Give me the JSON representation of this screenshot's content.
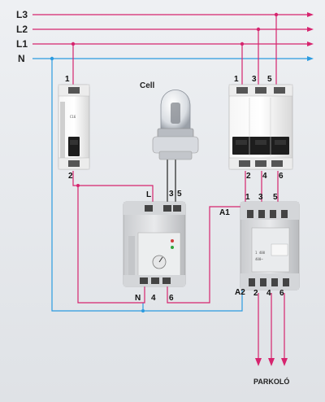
{
  "lines": {
    "L3": "L3",
    "L2": "L2",
    "L1": "L1",
    "N": "N"
  },
  "cell_label": "Cell",
  "output_label": "PARKOLÓ",
  "breaker_single": {
    "top_terminal": "1",
    "bottom_terminal": "2"
  },
  "breaker_triple": {
    "top_terminals": [
      "1",
      "3",
      "5"
    ],
    "bottom_terminals": [
      "2",
      "4",
      "6"
    ]
  },
  "controller": {
    "top_terminals": [
      "L",
      "3",
      "5"
    ],
    "bottom_terminals": [
      "N",
      "4",
      "6"
    ]
  },
  "contactor": {
    "coil_top": "A1",
    "coil_bottom": "A2",
    "top_terminals": [
      "1",
      "3",
      "5"
    ],
    "bottom_terminals": [
      "2",
      "4",
      "6"
    ]
  },
  "colors": {
    "phase": "#d6246e",
    "neutral": "#2b9be0",
    "dark_wire": "#222222"
  }
}
